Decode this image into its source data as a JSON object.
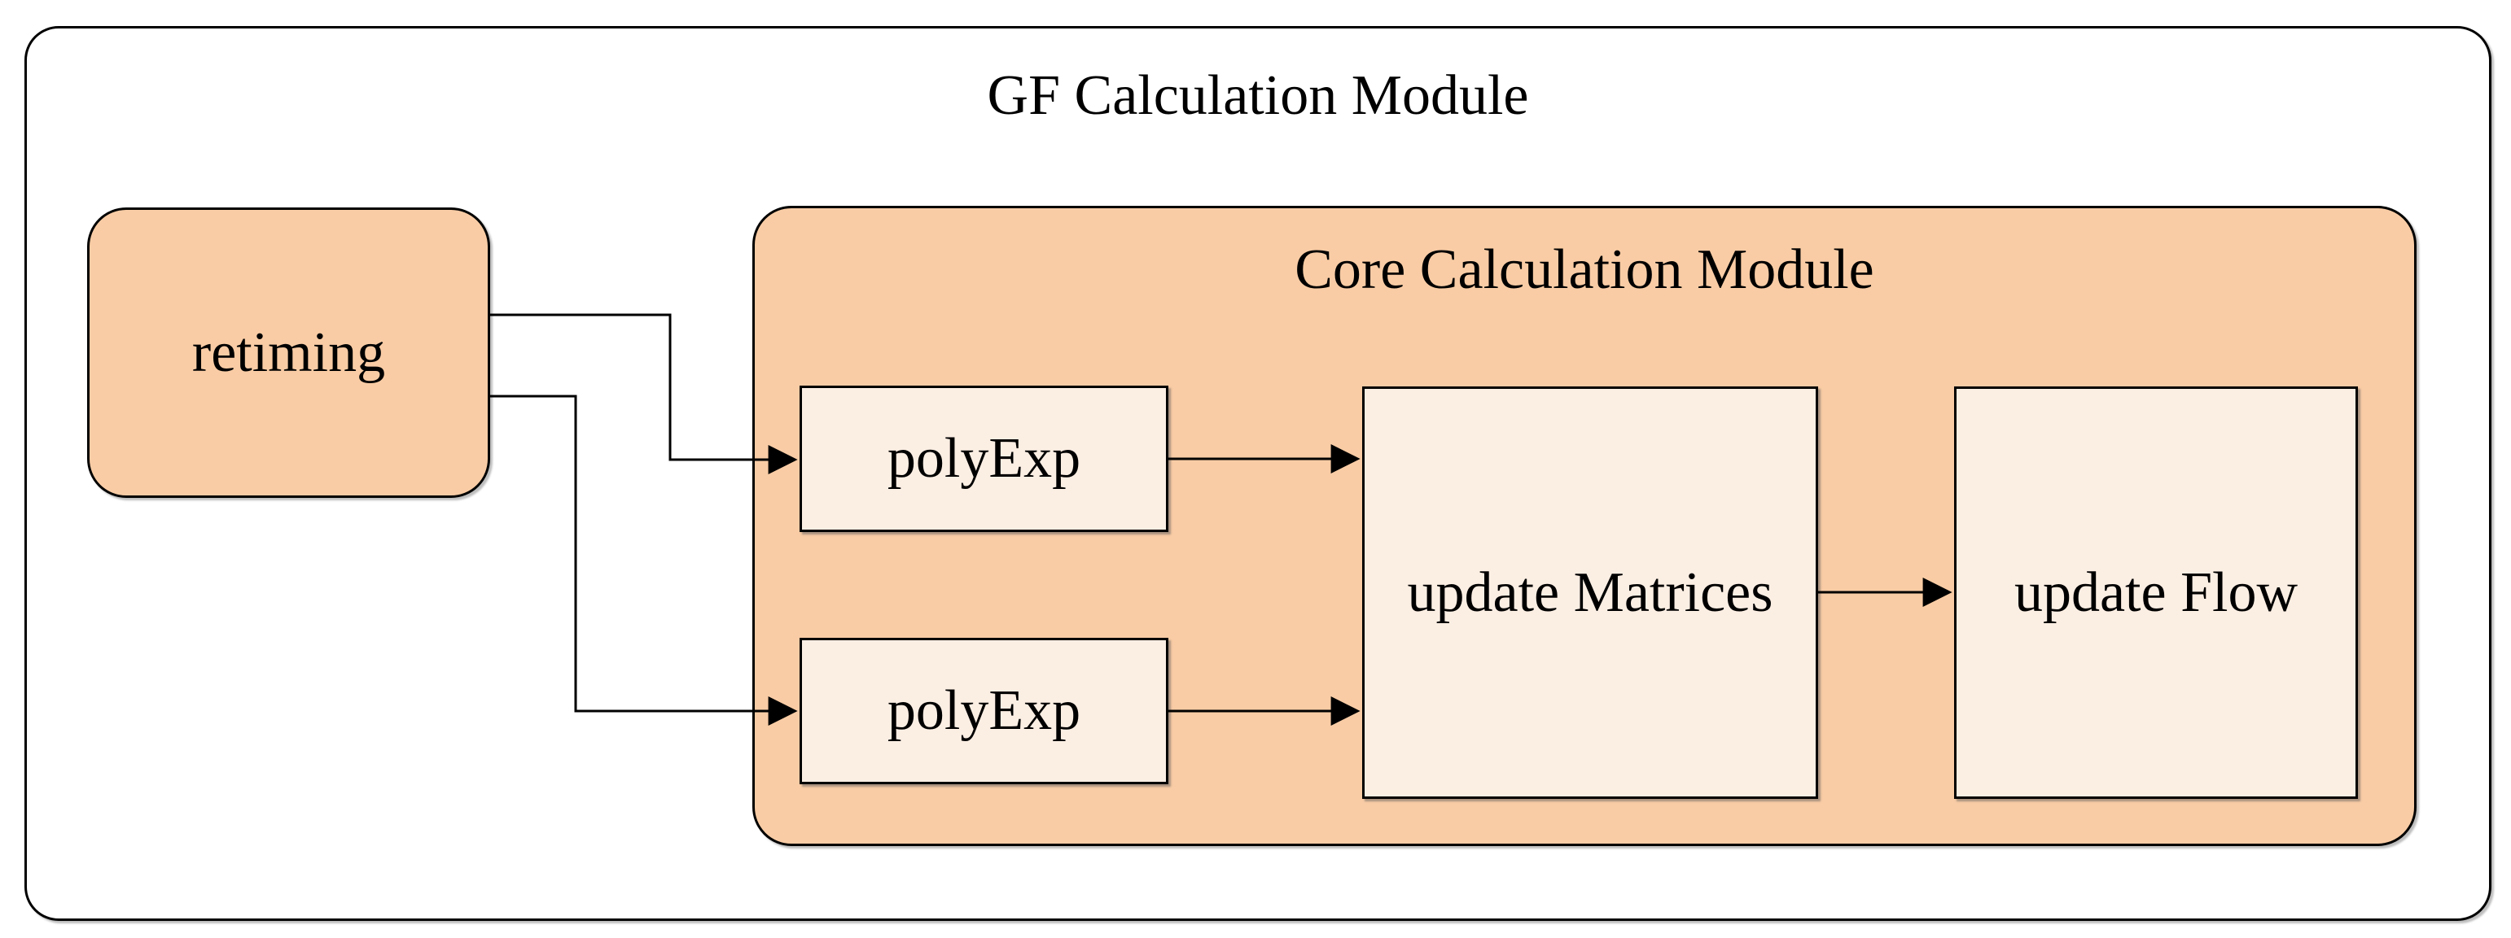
{
  "diagram": {
    "outer_module": {
      "title": "GF Calculation Module"
    },
    "core_module": {
      "title": "Core Calculation Module"
    },
    "nodes": {
      "retiming": {
        "label": "retiming"
      },
      "polyexp_top": {
        "label": "polyExp"
      },
      "polyexp_bottom": {
        "label": "polyExp"
      },
      "update_matrices": {
        "label": "update Matrices"
      },
      "update_flow": {
        "label": "update Flow"
      }
    },
    "edges": [
      {
        "from": "retiming",
        "to": "polyexp_top",
        "style": "orthogonal-arrow"
      },
      {
        "from": "retiming",
        "to": "polyexp_bottom",
        "style": "orthogonal-arrow"
      },
      {
        "from": "polyexp_top",
        "to": "update_matrices",
        "style": "straight-arrow"
      },
      {
        "from": "polyexp_bottom",
        "to": "update_matrices",
        "style": "straight-arrow"
      },
      {
        "from": "update_matrices",
        "to": "update_flow",
        "style": "straight-arrow"
      }
    ],
    "colors": {
      "module_fill": "#F9CCA5",
      "inner_box_fill": "#FBEEE3",
      "border": "#000000",
      "background": "#FFFFFF",
      "text": "#000000"
    }
  }
}
